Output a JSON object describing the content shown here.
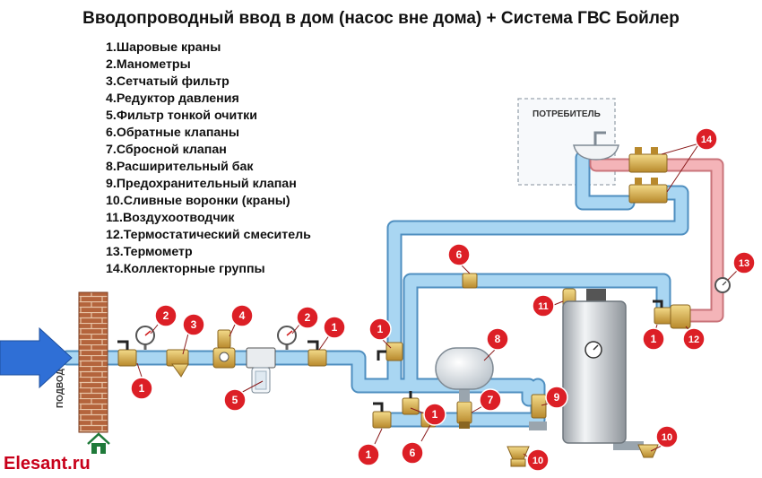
{
  "title": "Вводопроводный ввод в дом (насос вне дома) + Система ГВС Бойлер",
  "legend": [
    "1.Шаровые краны",
    "2.Манометры",
    "3.Сетчатый фильтр",
    "4.Редуктор давления",
    "5.Фильтр тонкой очитки",
    "6.Обратные клапаны",
    "7.Сбросной клапан",
    "8.Расширительный бак",
    "9.Предохранительный клапан",
    "10.Сливные воронки (краны)",
    "11.Воздухоотводчик",
    "12.Термостатический смеситель",
    "13.Термометр",
    "14.Коллекторные группы"
  ],
  "consumer_label": "ПОТРЕБИТЕЛЬ",
  "wall_label": "ПОДВОД ХВС",
  "brand": "Elesant.ru",
  "markers": {
    "m1": "1",
    "m2": "2",
    "m3": "3",
    "m4": "4",
    "m5": "5",
    "m6": "6",
    "m7": "7",
    "m8": "8",
    "m9": "9",
    "m10": "10",
    "m11": "11",
    "m12": "12",
    "m13": "13",
    "m14": "14"
  },
  "colors": {
    "cold_pipe": "#a9d6f2",
    "hot_pipe": "#f4b4b8",
    "marker": "#dc1f26",
    "arrow": "#2f6fd6",
    "brick": "#b4643c",
    "brand": "#c8001a"
  }
}
